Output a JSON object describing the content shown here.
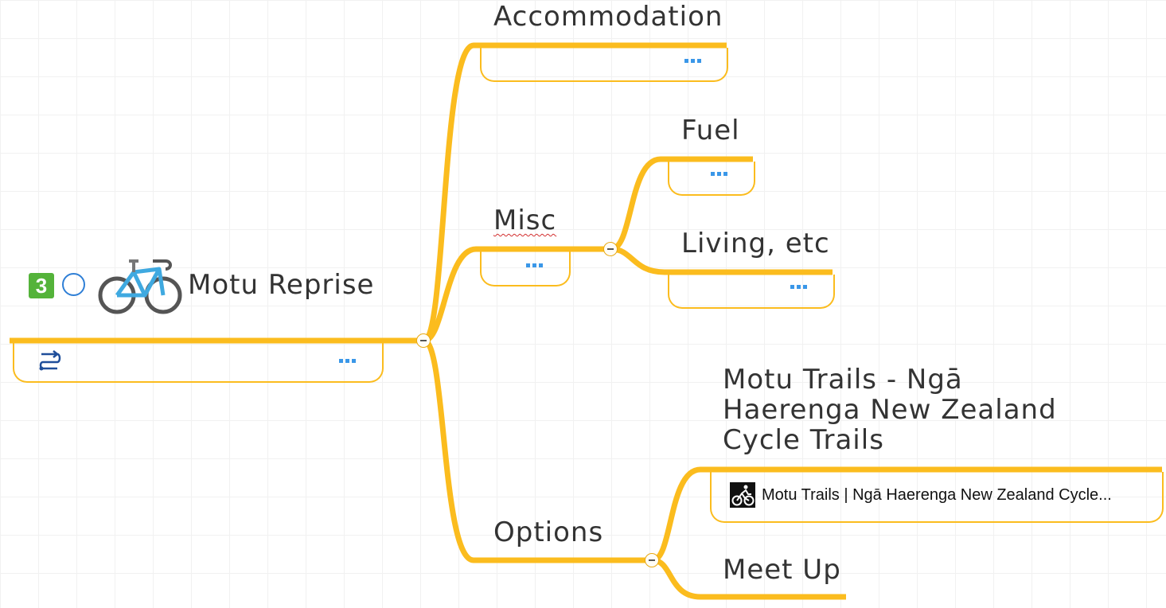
{
  "central": {
    "title": "Motu Reprise",
    "priority_badge": "3",
    "task_marker": "circle-task-icon",
    "image_icon": "bicycle-icon",
    "topic_icon": "repeat-icon"
  },
  "topics": {
    "accommodation": {
      "title": "Accommodation"
    },
    "misc": {
      "title": "Misc",
      "children": {
        "fuel": {
          "title": "Fuel"
        },
        "living": {
          "title": "Living, etc"
        }
      }
    },
    "options": {
      "title": "Options",
      "children": {
        "motu_trails": {
          "title_lines": [
            "Motu Trails - Ngā",
            "Haerenga New Zealand",
            "Cycle Trails"
          ],
          "link_text": "Motu Trails | Ngā Haerenga New Zealand Cycle..."
        },
        "meet_up": {
          "title": "Meet Up"
        }
      }
    }
  },
  "colors": {
    "branch": "#fbbc1e",
    "more_dots": "#3a97e8",
    "badge": "#54b33a",
    "task_circle": "#2f7fd6",
    "bike_frame": "#3fa9e0"
  }
}
